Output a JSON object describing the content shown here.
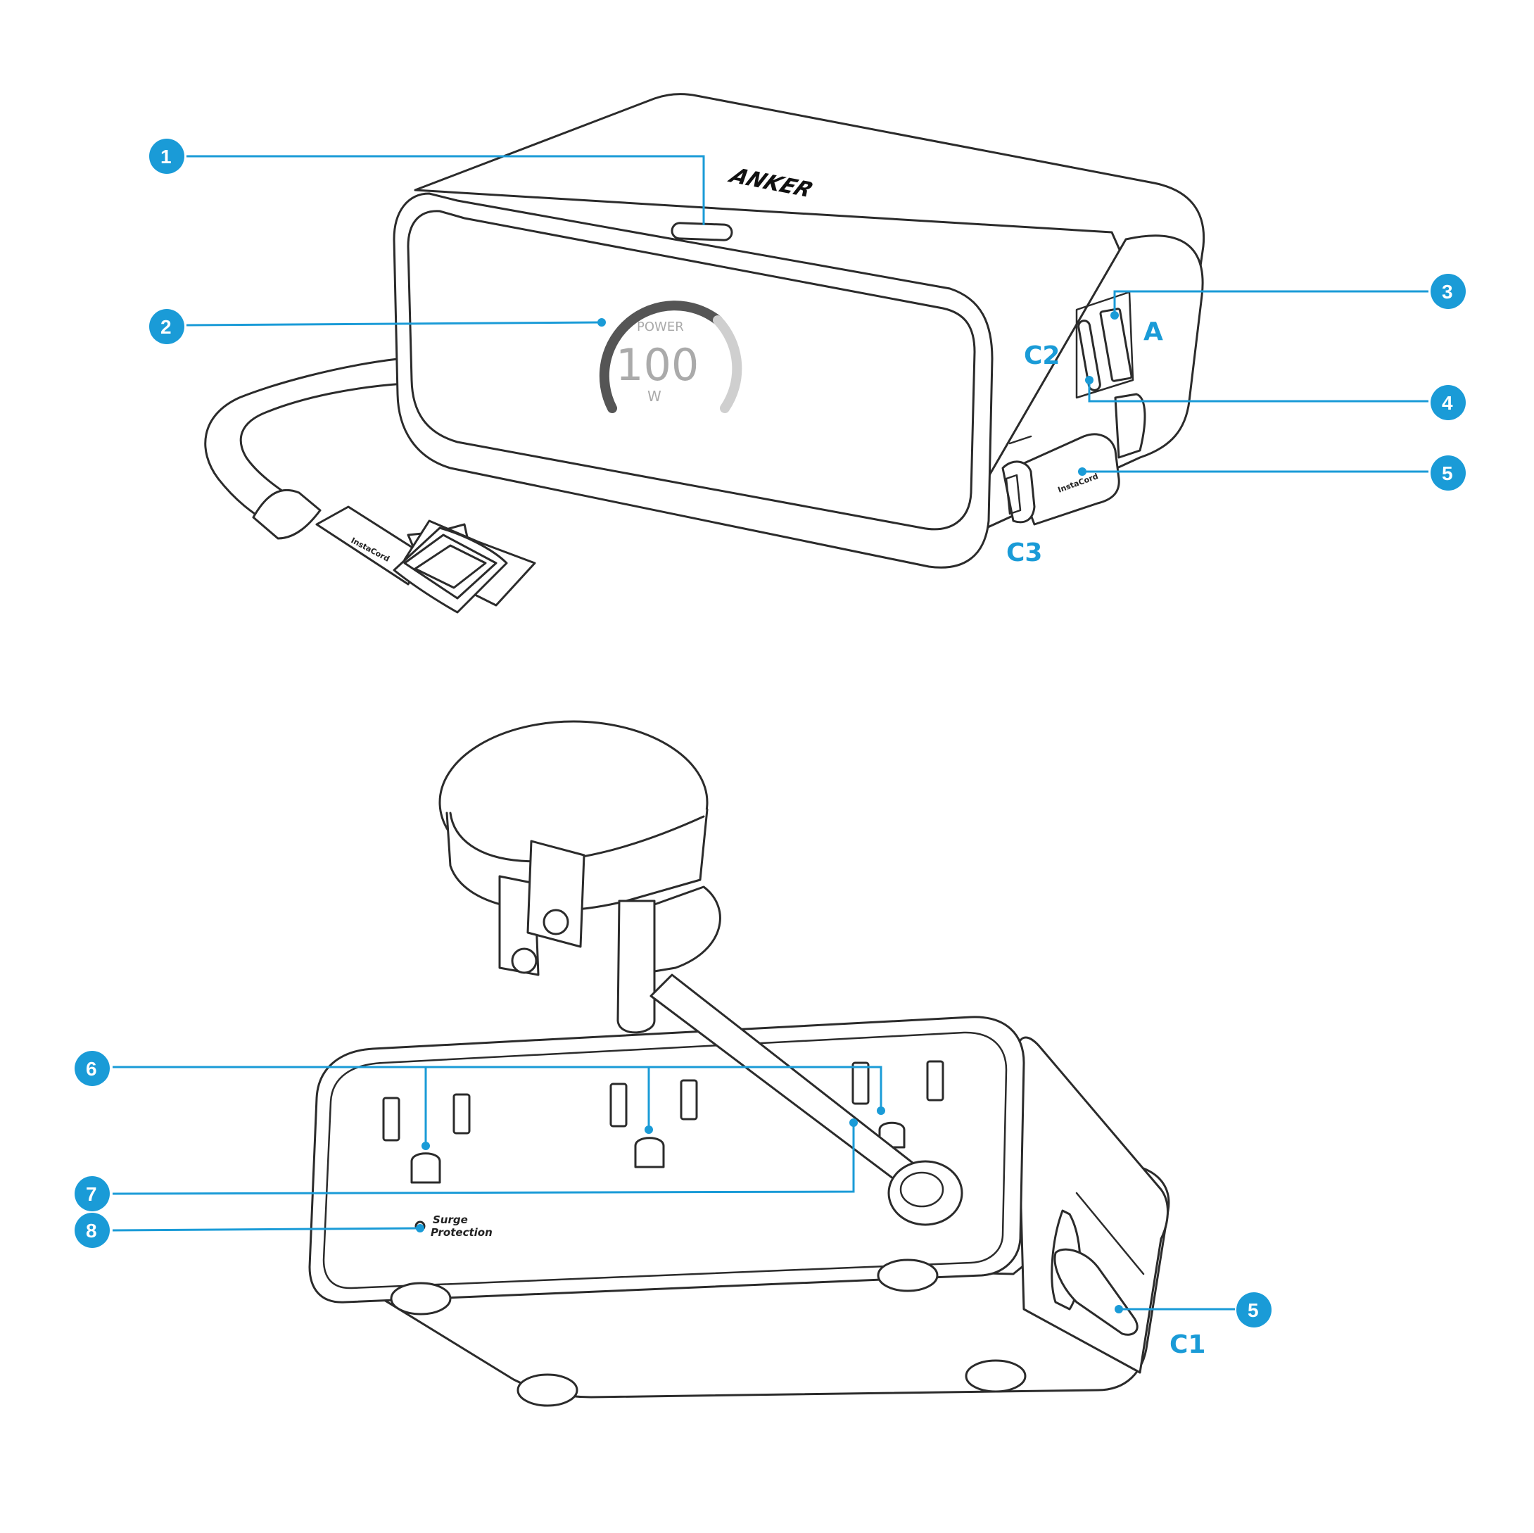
{
  "brand": "ANKER",
  "display": {
    "label_top": "POWER",
    "value": "100",
    "unit": "W"
  },
  "cable_brand": "InstaCord",
  "surge_label": {
    "line1": "Surge",
    "line2": "Protection"
  },
  "port_labels": {
    "c2": "C2",
    "a": "A",
    "c3": "C3",
    "c1": "C1"
  },
  "callouts": {
    "n1": "1",
    "n2": "2",
    "n3": "3",
    "n4": "4",
    "n5_top": "5",
    "n6": "6",
    "n7": "7",
    "n8": "8",
    "n5_bottom": "5"
  },
  "colors": {
    "accent": "#1a9bd7",
    "outline": "#2b2b2b"
  }
}
